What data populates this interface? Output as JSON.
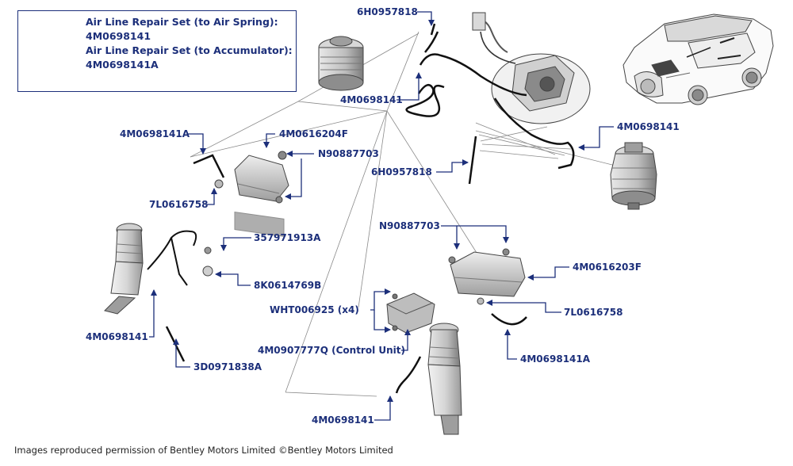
{
  "legend": {
    "line1": "Air Line Repair Set (to Air Spring):",
    "line2": "4M0698141",
    "line3": "Air Line Repair Set (to Accumulator):",
    "line4": "4M0698141A"
  },
  "labels": {
    "l_6H0957818_top": "6H0957818",
    "l_4M0698141_mid": "4M0698141",
    "l_4M0698141_right": "4M0698141",
    "l_4M0698141A_left": "4M0698141A",
    "l_4M0616204F": "4M0616204F",
    "l_N90887703_left": "N90887703",
    "l_6H0957818_mid": "6H0957818",
    "l_7L0616758_left": "7L0616758",
    "l_357971913A": "357971913A",
    "l_N90887703_right": "N90887703",
    "l_4M0616203F": "4M0616203F",
    "l_8K0614769B": "8K0614769B",
    "l_WHT006925": "WHT006925 (x4)",
    "l_7L0616758_right": "7L0616758",
    "l_4M0698141_left": "4M0698141",
    "l_4M0907777Q": "4M0907777Q (Control Unit)",
    "l_4M0698141A_right": "4M0698141A",
    "l_3D0971838A": "3D0971838A",
    "l_4M0698141_bottom": "4M0698141"
  },
  "footer": "Images reproduced permission of Bentley Motors Limited ©Bentley Motors Limited",
  "colors": {
    "label": "#1c2f7a",
    "arrow": "#1c2f7a",
    "drawing": "#333333",
    "leader": "#8a8a8a"
  },
  "icons": [
    "car-icon",
    "air-spring-icon",
    "accumulator-icon",
    "compressor-icon",
    "strut-icon",
    "control-unit-icon",
    "valve-block-icon"
  ]
}
